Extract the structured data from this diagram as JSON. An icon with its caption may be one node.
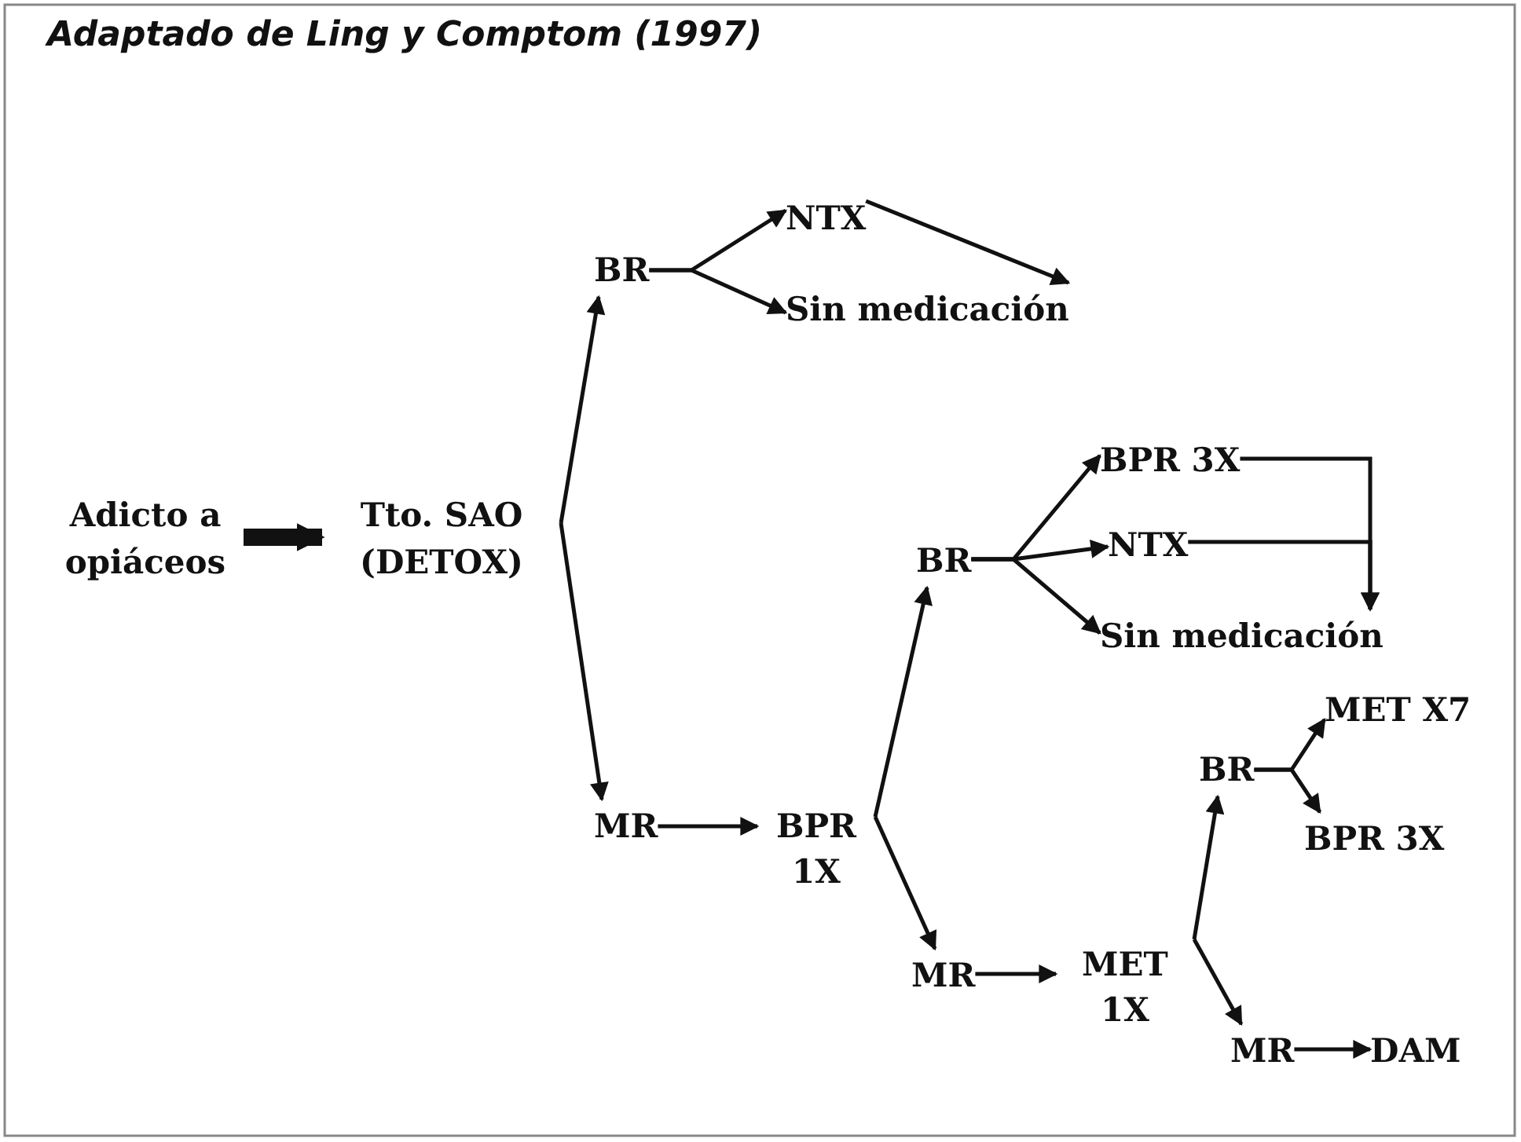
{
  "diagram": {
    "title": "Adaptado de Ling y Comptom (1997)",
    "nodes": [
      {
        "text": [
          "Adicto a opiáceos"
        ]
      },
      {
        "text": [
          "Tto. SAO (DETOX)"
        ]
      },
      {
        "text": [
          "BR"
        ]
      },
      {
        "text": [
          "NTX"
        ]
      },
      {
        "text": [
          "Sin medicación"
        ]
      },
      {
        "text": [
          "BR"
        ]
      },
      {
        "text": [
          "BPR 3X"
        ]
      },
      {
        "text": [
          "NTX"
        ]
      },
      {
        "text": [
          "Sin medicación"
        ]
      },
      {
        "text": [
          "MR"
        ]
      },
      {
        "text": [
          "BPR 1X"
        ]
      },
      {
        "text": [
          "MR"
        ]
      },
      {
        "text": [
          "MET 1X"
        ]
      },
      {
        "text": [
          "BR"
        ]
      },
      {
        "text": [
          "MET X7"
        ]
      },
      {
        "text": [
          "BPR 3X"
        ]
      },
      {
        "text": [
          "MR"
        ]
      },
      {
        "text": [
          "DAM"
        ]
      }
    ],
    "edges": [
      {
        "from": 0,
        "to": 1,
        "arrow": "to",
        "style": "thick"
      },
      {
        "from": 1,
        "to": 2,
        "arrow": "to"
      },
      {
        "from": 1,
        "to": 9,
        "arrow": "to"
      },
      {
        "from": 2,
        "to": 3,
        "arrow": "to"
      },
      {
        "from": 2,
        "to": 4,
        "arrow": "to"
      },
      {
        "from": 3,
        "to": 4,
        "arrow": "to"
      },
      {
        "from": 5,
        "to": 6,
        "arrow": "to"
      },
      {
        "from": 5,
        "to": 7,
        "arrow": "to"
      },
      {
        "from": 5,
        "to": 8,
        "arrow": "to"
      },
      {
        "from": 6,
        "to": 8,
        "arrow": "to"
      },
      {
        "from": 7,
        "to": 8,
        "arrow": "to"
      },
      {
        "from": 9,
        "to": 10,
        "arrow": "to"
      },
      {
        "from": 10,
        "to": 5,
        "arrow": "to"
      },
      {
        "from": 10,
        "to": 11,
        "arrow": "to"
      },
      {
        "from": 11,
        "to": 12,
        "arrow": "to"
      },
      {
        "from": 12,
        "to": 13,
        "arrow": "to"
      },
      {
        "from": 12,
        "to": 16,
        "arrow": "to"
      },
      {
        "from": 13,
        "to": 14,
        "arrow": "to"
      },
      {
        "from": 13,
        "to": 15,
        "arrow": "to"
      },
      {
        "from": 16,
        "to": 17,
        "arrow": "to"
      }
    ]
  }
}
